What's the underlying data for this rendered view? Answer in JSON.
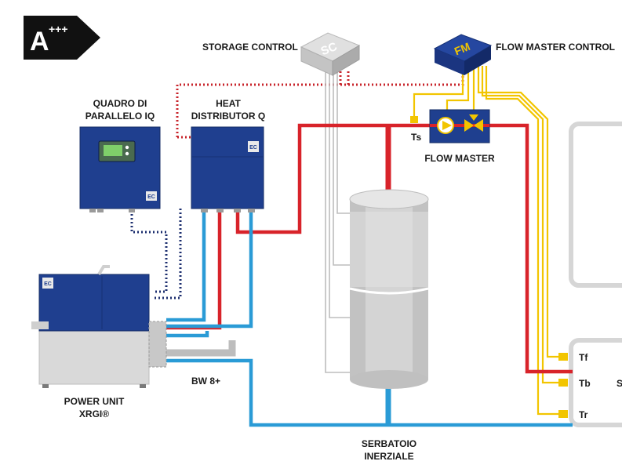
{
  "energy_badge": {
    "grade": "A",
    "plus": "+++"
  },
  "labels": {
    "storage_control": "STORAGE CONTROL",
    "flow_master_control": "FLOW MASTER CONTROL",
    "quadro_line1": "QUADRO DI",
    "quadro_line2": "PARALLELO IQ",
    "heat_line1": "HEAT",
    "heat_line2": "DISTRIBUTOR Q",
    "flow_master": "FLOW MASTER",
    "ts": "Ts",
    "power_unit_line1": "POWER UNIT",
    "power_unit_line2": "XRGI®",
    "bw": "BW 8+",
    "serbatoio_line1": "SERBATOIO",
    "serbatoio_line2": "INERZIALE",
    "tf": "Tf",
    "tb": "Tb",
    "tr": "Tr",
    "edge_s": "S"
  },
  "device_marks": {
    "sc": "SC",
    "fm": "FM",
    "ec": "EC"
  },
  "colors": {
    "device_blue": "#1f3f8f",
    "pipe_hot": "#d8232a",
    "pipe_cold": "#2a9bd6",
    "signal_dotted_red": "#c8242b",
    "signal_dotted_navy": "#1d2f6f",
    "sensor_yellow": "#f2c500",
    "tank_grey": "#d4d4d4",
    "badge_black": "#111111"
  }
}
